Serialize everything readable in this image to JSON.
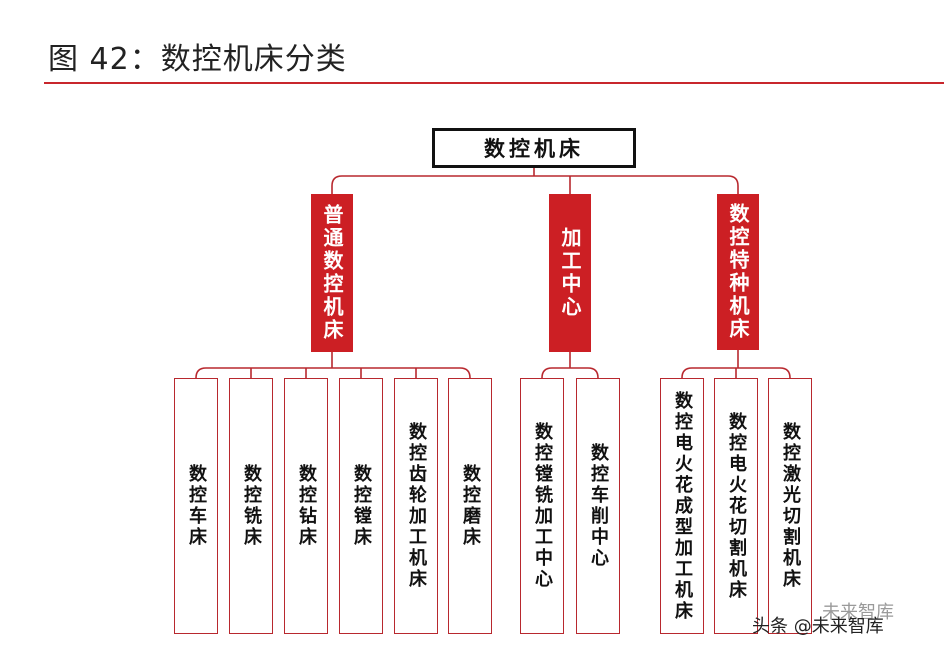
{
  "title": "图 42：数控机床分类",
  "colors": {
    "accent": "#cc1f24",
    "line": "#b8282e",
    "text": "#111111"
  },
  "root": "数控机床",
  "categories": [
    {
      "label": "普通数控机床",
      "children": [
        "数控车床",
        "数控铣床",
        "数控钻床",
        "数控镗床",
        "数控齿轮加工机床",
        "数控磨床"
      ]
    },
    {
      "label": "加工中心",
      "children": [
        "数控镗铣加工中心",
        "数控车削中心"
      ]
    },
    {
      "label": "数控特种机床",
      "children": [
        "数控电火花成型加工机床",
        "数控电火花切割机床",
        "数控激光切割机床"
      ]
    }
  ],
  "watermark": {
    "text": "头条 @未来智库",
    "ghost": "未来智库"
  }
}
